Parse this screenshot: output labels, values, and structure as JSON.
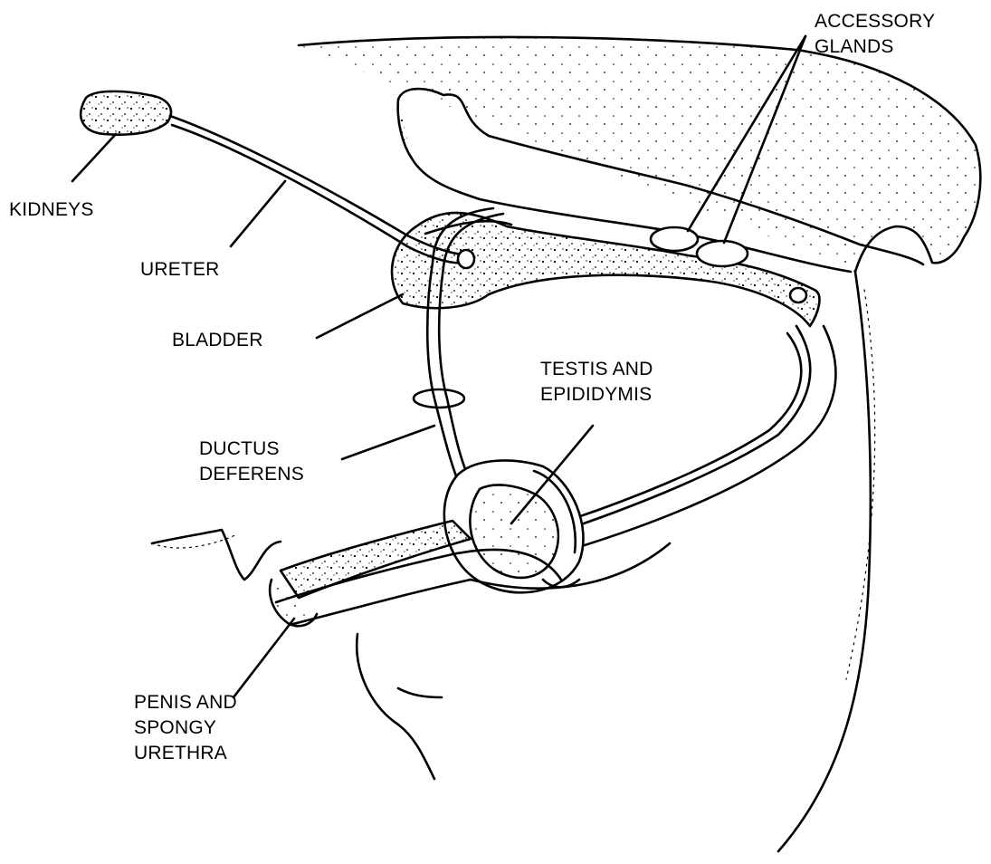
{
  "labels": {
    "accessory_glands": [
      "ACCESSORY",
      "GLANDS"
    ],
    "kidneys": "KIDNEYS",
    "ureter": "URETER",
    "bladder": "BLADDER",
    "testis_epididymis": [
      "TESTIS AND",
      "EPIDIDYMIS"
    ],
    "ductus_deferens": [
      "DUCTUS",
      "DEFERENS"
    ],
    "penis_urethra": [
      "PENIS AND",
      "SPONGY",
      "URETHRA"
    ]
  },
  "colors": {
    "ink": "#000000",
    "paper": "#ffffff"
  }
}
